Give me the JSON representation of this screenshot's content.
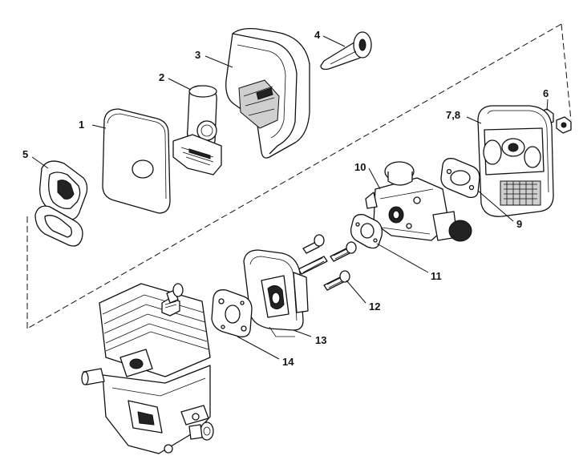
{
  "callouts": {
    "p1": "1",
    "p2": "2",
    "p3": "3",
    "p4": "4",
    "p5": "5",
    "p6": "6",
    "p78": "7,8",
    "p9": "9",
    "p10": "10",
    "p11": "11",
    "p12": "12",
    "p13": "13",
    "p14": "14"
  }
}
